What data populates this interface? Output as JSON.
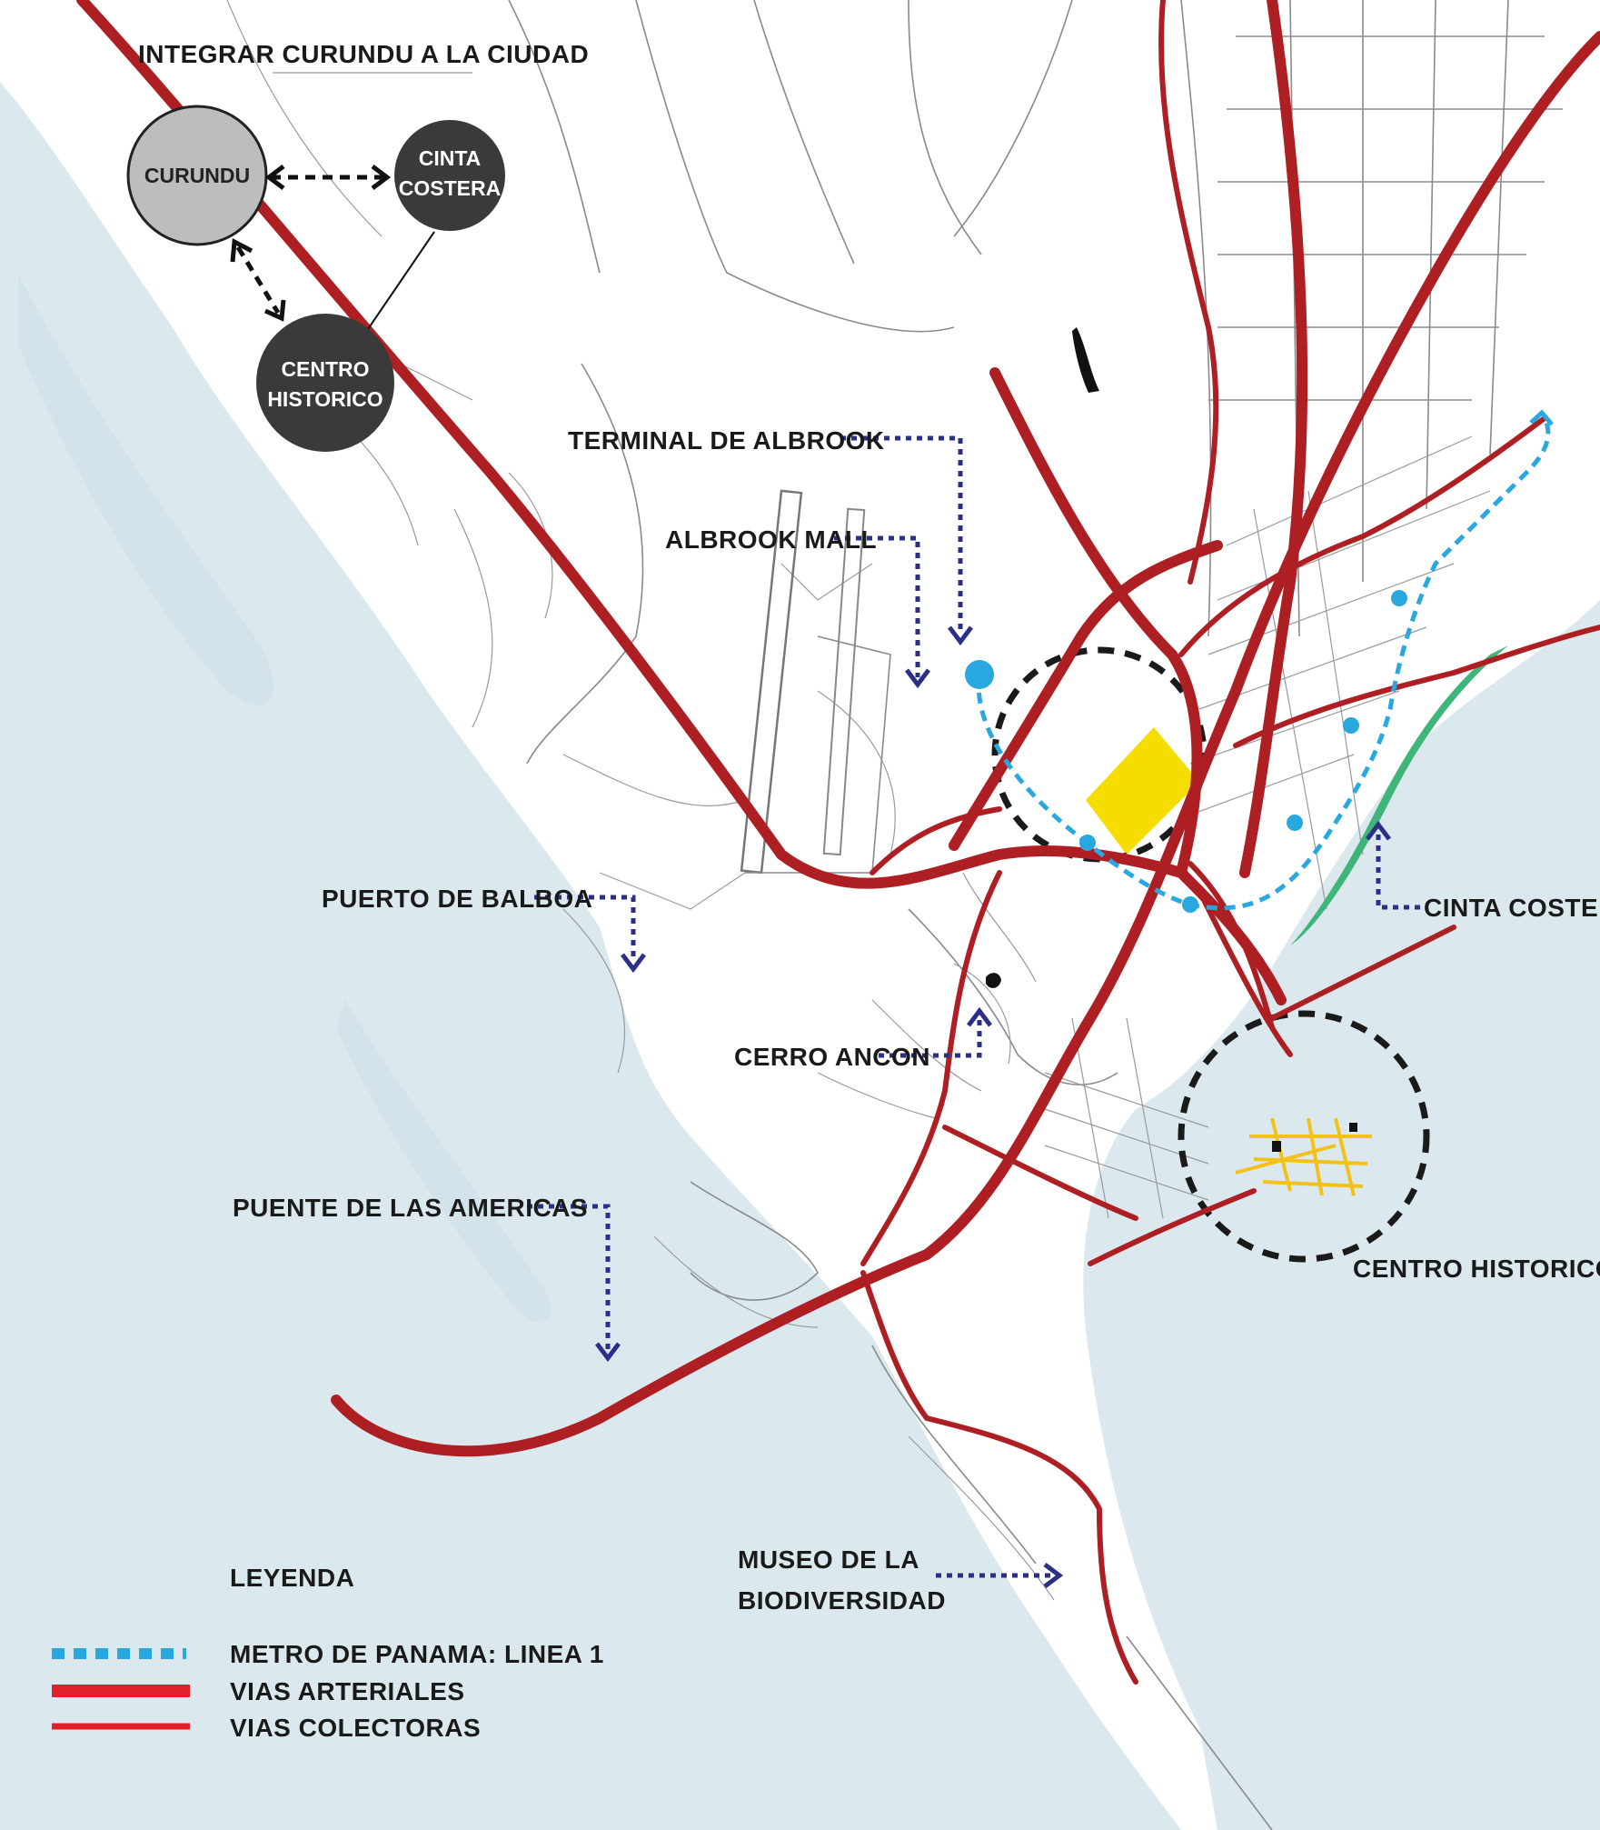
{
  "inset": {
    "title": "INTEGRAR CURUNDU A LA CIUDAD",
    "nodes": {
      "curundu": "CURUNDU",
      "cinta_costera_l1": "CINTA",
      "cinta_costera_l2": "COSTERA",
      "centro_historico_l1": "CENTRO",
      "centro_historico_l2": "HISTORICO"
    }
  },
  "labels": {
    "terminal_albrook": "TERMINAL DE ALBROOK",
    "albrook_mall": "ALBROOK MALL",
    "puerto_balboa": "PUERTO DE BALBOA",
    "cerro_ancon": "CERRO ANCON",
    "puente_americas": "PUENTE DE LAS AMERICAS",
    "cinta_costera": "CINTA COSTERA",
    "centro_historico": "CENTRO HISTORICO",
    "museo_l1": "MUSEO DE LA",
    "museo_l2": "BIODIVERSIDAD"
  },
  "legend": {
    "title": "LEYENDA",
    "items": [
      {
        "label": "METRO DE PANAMA: LINEA 1",
        "color": "#29a8e0"
      },
      {
        "label": "VIAS ARTERIALES",
        "color": "#e0202a"
      },
      {
        "label": "VIAS COLECTORAS",
        "color": "#e0202a"
      }
    ]
  },
  "colors": {
    "water": "#dbe9ee",
    "arterial": "#ae1f24",
    "metro": "#29a8e0",
    "pointer": "#2b2f86",
    "highlight": "#f5dd00",
    "park": "#3fb57a"
  }
}
